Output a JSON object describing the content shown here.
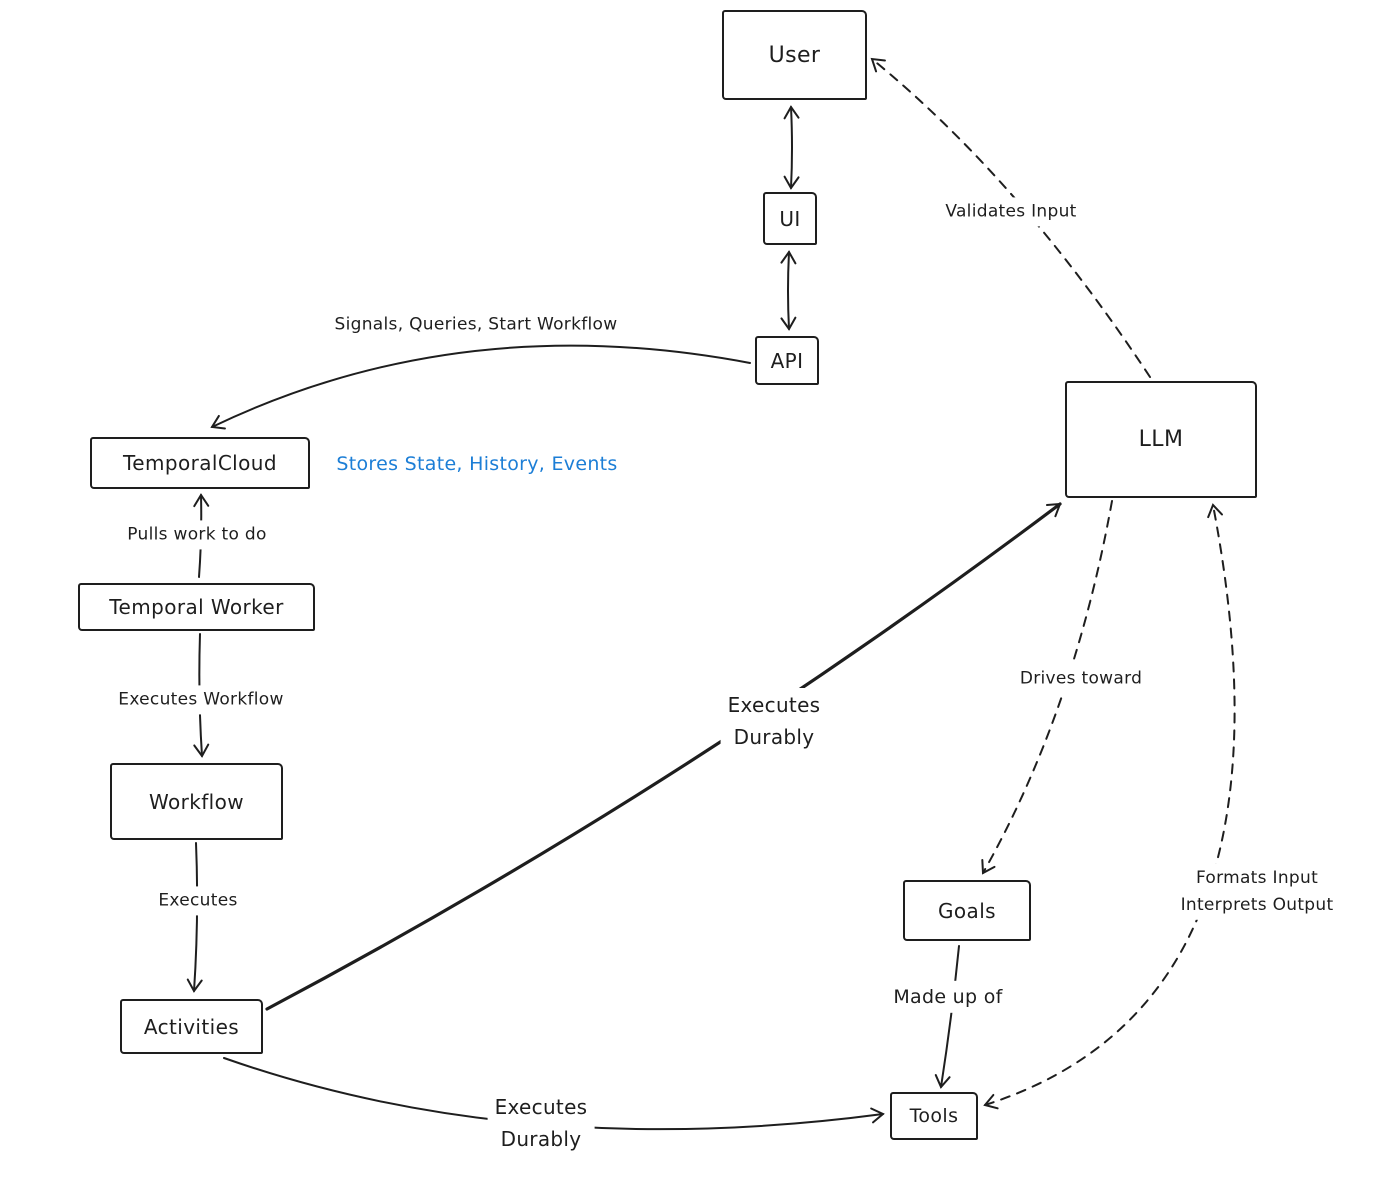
{
  "colors": {
    "stroke": "#1e1e1e",
    "note_blue": "#1c7ed6",
    "background": "#ffffff"
  },
  "nodes": {
    "user": {
      "label": "User"
    },
    "ui": {
      "label": "UI"
    },
    "api": {
      "label": "API"
    },
    "llm": {
      "label": "LLM"
    },
    "temporal_cloud": {
      "label": "TemporalCloud"
    },
    "temporal_worker": {
      "label": "Temporal Worker"
    },
    "workflow": {
      "label": "Workflow"
    },
    "activities": {
      "label": "Activities"
    },
    "goals": {
      "label": "Goals"
    },
    "tools": {
      "label": "Tools"
    }
  },
  "labels": {
    "signals": "Signals, Queries, Start Workflow",
    "validates_input": "Validates Input",
    "stores_state": "Stores State, History, Events",
    "pulls_work": "Pulls work to do",
    "executes_workflow": "Executes Workflow",
    "executes": "Executes",
    "executes_durably_llm": [
      "Executes",
      "Durably"
    ],
    "executes_durably_tools": [
      "Executes",
      "Durably"
    ],
    "drives_toward": "Drives toward",
    "made_up_of": "Made up of",
    "formats_interprets": [
      "Formats Input",
      "Interprets Output"
    ]
  },
  "edges": [
    {
      "from": "user",
      "to": "ui",
      "style": "solid",
      "arrows": "both",
      "label_key": null
    },
    {
      "from": "ui",
      "to": "api",
      "style": "solid",
      "arrows": "both",
      "label_key": null
    },
    {
      "from": "api",
      "to": "temporal_cloud",
      "style": "solid",
      "arrows": "end",
      "label_key": "signals"
    },
    {
      "from": "llm",
      "to": "user",
      "style": "dashed",
      "arrows": "end",
      "label_key": "validates_input"
    },
    {
      "from": "temporal_worker",
      "to": "temporal_cloud",
      "style": "solid",
      "arrows": "end",
      "label_key": "pulls_work"
    },
    {
      "from": "temporal_worker",
      "to": "workflow",
      "style": "solid",
      "arrows": "end",
      "label_key": "executes_workflow"
    },
    {
      "from": "workflow",
      "to": "activities",
      "style": "solid",
      "arrows": "end",
      "label_key": "executes"
    },
    {
      "from": "activities",
      "to": "llm",
      "style": "solid-thick",
      "arrows": "end",
      "label_key": "executes_durably_llm"
    },
    {
      "from": "activities",
      "to": "tools",
      "style": "solid",
      "arrows": "end",
      "label_key": "executes_durably_tools"
    },
    {
      "from": "llm",
      "to": "goals",
      "style": "dashed",
      "arrows": "end",
      "label_key": "drives_toward"
    },
    {
      "from": "goals",
      "to": "tools",
      "style": "solid",
      "arrows": "end",
      "label_key": "made_up_of"
    },
    {
      "from": "tools",
      "to": "llm",
      "style": "dashed",
      "arrows": "both",
      "label_key": "formats_interprets"
    }
  ],
  "notes": [
    {
      "near": "temporal_cloud",
      "label_key": "stores_state",
      "color": "#1c7ed6"
    }
  ]
}
